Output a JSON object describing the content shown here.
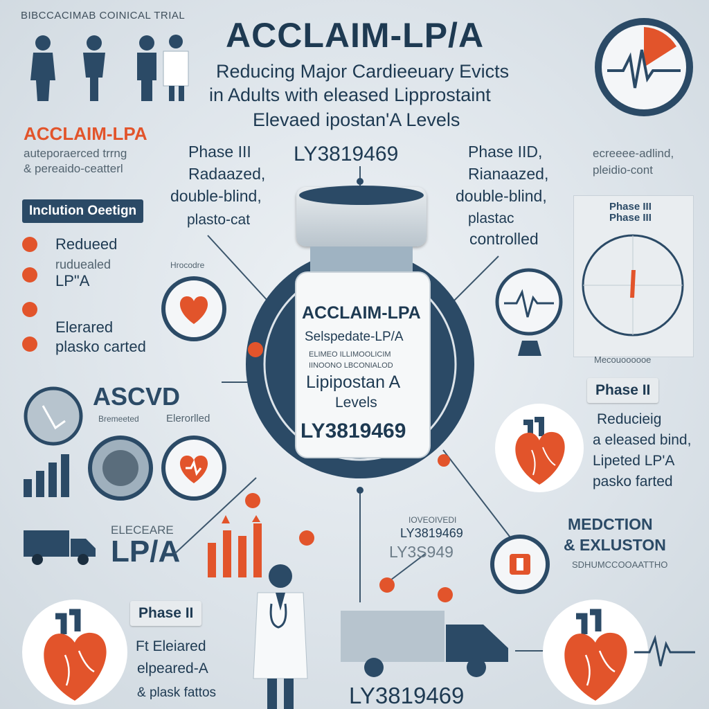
{
  "header": {
    "kicker": "BIBCCACIMAB COINICAL TRIAL",
    "title": "ACCLAIM-LP/A",
    "subtitle_lines": [
      "Reducing Major Cardieeuary Evicts",
      "in Adults with eleased Lipprostaint",
      "Elevaed ipostan'A Levels"
    ]
  },
  "left_panel": {
    "heading": "ACCLAIM-LPA",
    "sub_lines": [
      "auteporaerced trrng",
      "& pereaido-ceatterl"
    ],
    "badge": "Inclution Oeetign",
    "items": [
      {
        "icon": "dot-icon",
        "label": "Redueed"
      },
      {
        "icon": "alert-icon",
        "label": "ruduealed\nLP\"A"
      },
      {
        "icon": "alert-icon",
        "label": ""
      },
      {
        "icon": "dot-icon",
        "label": "Elerared\nplasko carted"
      }
    ],
    "ascvd": "ASCVD",
    "ascvd_sub_left": "Bremeeted",
    "ascvd_sub_right": "Elerorlled",
    "lpa_small": "ELECEARE",
    "lpa_big": "LP/A"
  },
  "center": {
    "left_phase": [
      "Phase III",
      "Radaazed,",
      "double-blind,",
      "plasto-cat"
    ],
    "drug_code": "LY3819469",
    "right_phase": [
      "Phase IID,",
      "Rianaazed,",
      "double-blind,",
      "plastac",
      "controlled"
    ],
    "vial": {
      "brand": "ACCLAIM-LPA",
      "line1": "Selspedate-LP/A",
      "line2": "ELIMEO ILLIMOOLICIM",
      "line3": "IINOONO LBCONIALOD",
      "line4": "Lipipostan A",
      "line5": "Levels",
      "code": "LY3819469"
    },
    "small_label": "Hrocodre",
    "bottom_code_small": "IOVEOIVEDI",
    "bottom_code_mid": "LY3819469",
    "bottom_code_dim": "LY3S949",
    "bottom_code_large": "LY3819469"
  },
  "right_panel": {
    "top_sub": [
      "ecreeee-adlind,",
      "pleidio-cont"
    ],
    "chart_label": [
      "Phase III",
      "Phase III"
    ],
    "chart_caption": "Mecouoooooe",
    "phase_badge": "Phase II",
    "phase_lines": [
      "Reducieig",
      "a eleased bind,",
      "Lipeted LP'A",
      "pasko farted"
    ],
    "med_title": [
      "MEDCTION",
      "& EXLUSTON"
    ],
    "med_sub": "SDHUMCCOOAATTHO"
  },
  "bottom_left": {
    "badge": "Phase II",
    "lines": [
      "Ft Eleiared",
      "elpeared-A",
      "& plask fattos"
    ]
  },
  "colors": {
    "navy": "#2b4a66",
    "orange": "#e2542b",
    "background": "#dfe5ea"
  }
}
